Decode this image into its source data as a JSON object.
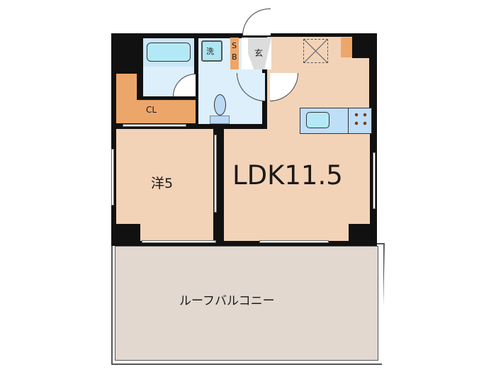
{
  "floorplan": {
    "rooms": {
      "ldk": {
        "label": "LDK11.5",
        "color": "#f3d3b7"
      },
      "western": {
        "label": "洋5",
        "color": "#f3d3b7"
      },
      "closet": {
        "label": "CL",
        "color": "#eda66a"
      },
      "shoebox": {
        "label_top": "S",
        "label_bottom": "B",
        "color": "#eda66a"
      },
      "entrance": {
        "label": "玄",
        "color": "#dcdcdc"
      },
      "washer": {
        "label": "洗",
        "color": "#aee6f2"
      },
      "bath": {
        "color": "#cbe6f7"
      },
      "toilet_room": {
        "color": "#dceffb"
      },
      "roof_balcony": {
        "label": "ルーフバルコニー",
        "color": "#e2d8cf"
      }
    },
    "colors": {
      "wall": "#111111",
      "water_blue": "#b3e9f7",
      "kitchen_counter": "#bfdef7"
    }
  }
}
